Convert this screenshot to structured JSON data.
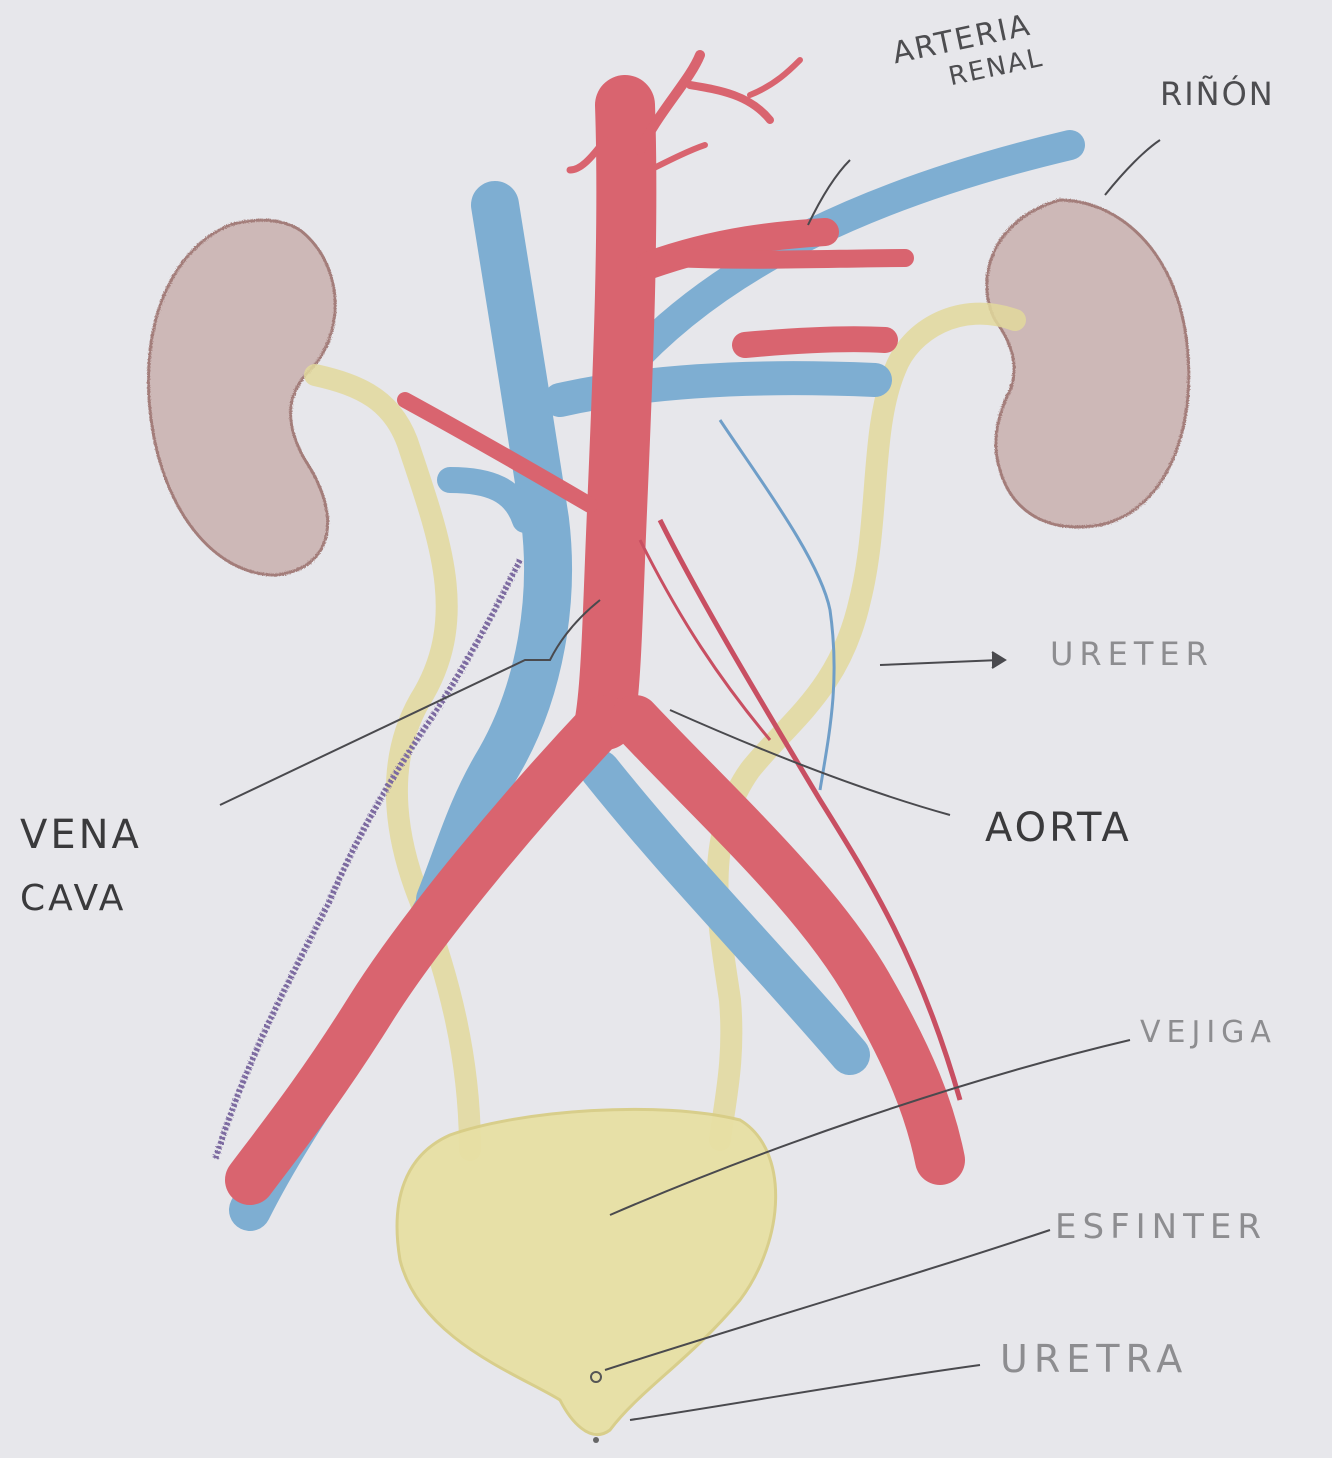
{
  "labels": {
    "arteria_renal": [
      "ARTERIA",
      "RENAL"
    ],
    "rinon": "RIÑÓN",
    "ureter": "URETER",
    "vena_cava": [
      "VENA",
      "CAVA"
    ],
    "aorta": "AORTA",
    "vejiga": "VEJIGA",
    "esfinter": "ESFINTER",
    "uretra": "URETRA"
  },
  "colors": {
    "paper": "#e7e7eb",
    "artery": "#d9646f",
    "vein": "#7eaed2",
    "ureter": "#e2d89c",
    "bladder": "#e8e0a4",
    "kidney": "#cdb8b7",
    "kidney_outline": "#a37d7a",
    "leader_line": "#4a4a4e"
  }
}
